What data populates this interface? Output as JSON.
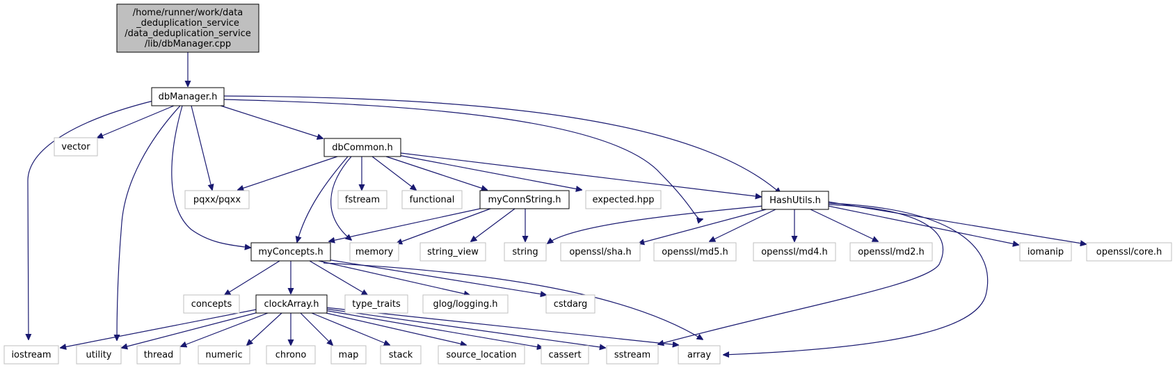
{
  "diagram": {
    "title": "",
    "root": {
      "label_lines": [
        "/home/runner/work/data",
        "_deduplication_service",
        "/data_deduplication_service",
        "/lib/dbManager.cpp"
      ]
    },
    "nodes": {
      "dbManager": "dbManager.h",
      "dbCommon": "dbCommon.h",
      "myConnString": "myConnString.h",
      "HashUtils": "HashUtils.h",
      "myConcepts": "myConcepts.h",
      "clockArray": "clockArray.h",
      "vector": "vector",
      "pqxx": "pqxx/pqxx",
      "fstream": "fstream",
      "functional": "functional",
      "expected": "expected.hpp",
      "memory": "memory",
      "string_view": "string_view",
      "string": "string",
      "sha": "openssl/sha.h",
      "md5": "openssl/md5.h",
      "md4": "openssl/md4.h",
      "md2": "openssl/md2.h",
      "iomanip": "iomanip",
      "core": "openssl/core.h",
      "concepts": "concepts",
      "type_traits": "type_traits",
      "glog": "glog/logging.h",
      "cstdarg": "cstdarg",
      "iostream": "iostream",
      "utility": "utility",
      "thread": "thread",
      "numeric": "numeric",
      "chrono": "chrono",
      "map": "map",
      "stack": "stack",
      "source_location": "source_location",
      "cassert": "cassert",
      "sstream": "sstream",
      "array": "array"
    }
  },
  "colors": {
    "edge": "#191970",
    "root_fill": "#bfbfbf",
    "header_border": "#000000",
    "system_border": "#bfbfbf",
    "text": "#000000"
  }
}
